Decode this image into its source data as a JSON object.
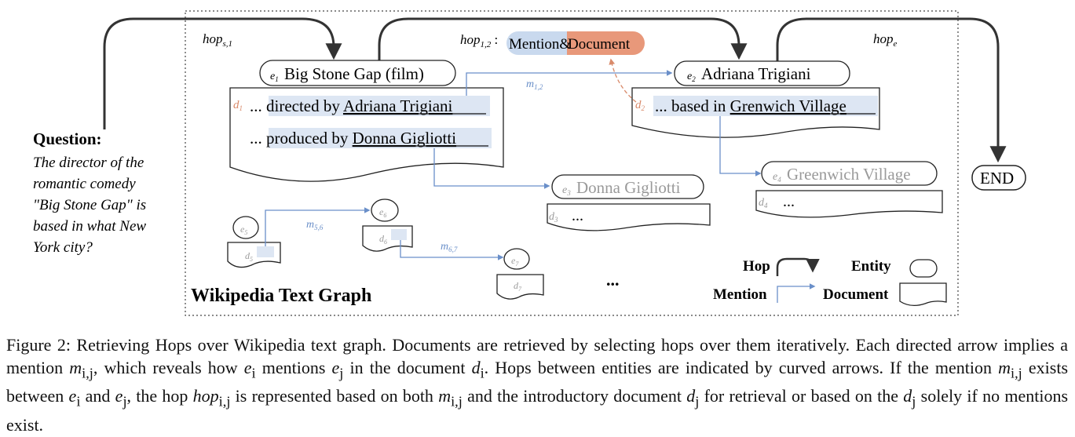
{
  "graph": {
    "title": "Wikipedia Text Graph",
    "question_label": "Question:",
    "question_lines": [
      "The director of the",
      "romantic comedy",
      "\"Big Stone Gap\" is",
      "based in  what New",
      "York city?"
    ],
    "hops": {
      "hop_s1": {
        "base": "hop",
        "sub": "s,1"
      },
      "hop_12": {
        "base": "hop",
        "sub": "1,2",
        "suffix": " :"
      },
      "hop_e": {
        "base": "hop",
        "sub": "e"
      }
    },
    "hop_pill": {
      "left": "Mention&",
      "right": "Document"
    },
    "end_label": "END",
    "entities": {
      "e1": {
        "sym": "e",
        "sub": "1",
        "label": "Big Stone Gap (film)"
      },
      "e2": {
        "sym": "e",
        "sub": "2",
        "label": "Adriana Trigiani"
      },
      "e3": {
        "sym": "e",
        "sub": "3",
        "label": "Donna Gigliotti"
      },
      "e4": {
        "sym": "e",
        "sub": "4",
        "label": "Greenwich Village"
      },
      "e5": {
        "sym": "e",
        "sub": "5"
      },
      "e6": {
        "sym": "e",
        "sub": "6"
      },
      "e7": {
        "sym": "e",
        "sub": "7"
      }
    },
    "documents": {
      "d1": {
        "sym": "d",
        "sub": "1",
        "line1_pre": "... directed by ",
        "line1_link": "Adriana Trigiani",
        "line2_pre": "... produced by ",
        "line2_link": "Donna Gigliotti"
      },
      "d2": {
        "sym": "d",
        "sub": "2",
        "line1_pre": "... based in ",
        "line1_link": "Grenwich Village"
      },
      "d3": {
        "sym": "d",
        "sub": "3",
        "text": "..."
      },
      "d4": {
        "sym": "d",
        "sub": "4",
        "text": "..."
      },
      "d5": {
        "sym": "d",
        "sub": "5"
      },
      "d6": {
        "sym": "d",
        "sub": "6"
      },
      "d7": {
        "sym": "d",
        "sub": "7"
      }
    },
    "mentions": {
      "m12": {
        "sym": "m",
        "sub": "1,2"
      },
      "m56": {
        "sym": "m",
        "sub": "5,6"
      },
      "m67": {
        "sym": "m",
        "sub": "6,7"
      }
    },
    "ellipsis": "...",
    "legend": {
      "hop": "Hop",
      "entity": "Entity",
      "mention": "Mention",
      "document": "Document"
    },
    "colors": {
      "mention_blue": "#6a8fc9",
      "document_orange": "#d98a6a",
      "pill_blue": "#c9d9ee",
      "pill_orange": "#e8987a",
      "highlight": "#dde6f3",
      "gray_text": "#9a9a9a"
    }
  },
  "caption": {
    "p1": "Figure 2: Retrieving Hops over Wikipedia text graph. Documents are retrieved by selecting hops over them iteratively. Each directed arrow implies a mention ",
    "m1": "m",
    "m1_sub": "i,j",
    "p2": ", which reveals how ",
    "e1": "e",
    "e1_sub": "i",
    "p3": " mentions ",
    "e2": "e",
    "e2_sub": "j",
    "p4": " in the document ",
    "d1": "d",
    "d1_sub": "i",
    "p5": ". Hops between entities are indicated by curved arrows. If the mention ",
    "m2": "m",
    "m2_sub": "i,j",
    "p6": " exists between ",
    "e3": "e",
    "e3_sub": "i",
    "p7": " and ",
    "e4": "e",
    "e4_sub": "j",
    "p8": ", the hop ",
    "h1": "hop",
    "h1_sub": "i,j",
    "p9": " is represented based on both ",
    "m3": "m",
    "m3_sub": "i,j",
    "p10": " and the introductory document ",
    "d2": "d",
    "d2_sub": "j",
    "p11": " for retrieval or based on the ",
    "d3": "d",
    "d3_sub": "j",
    "p12": " solely if no mentions exist."
  }
}
